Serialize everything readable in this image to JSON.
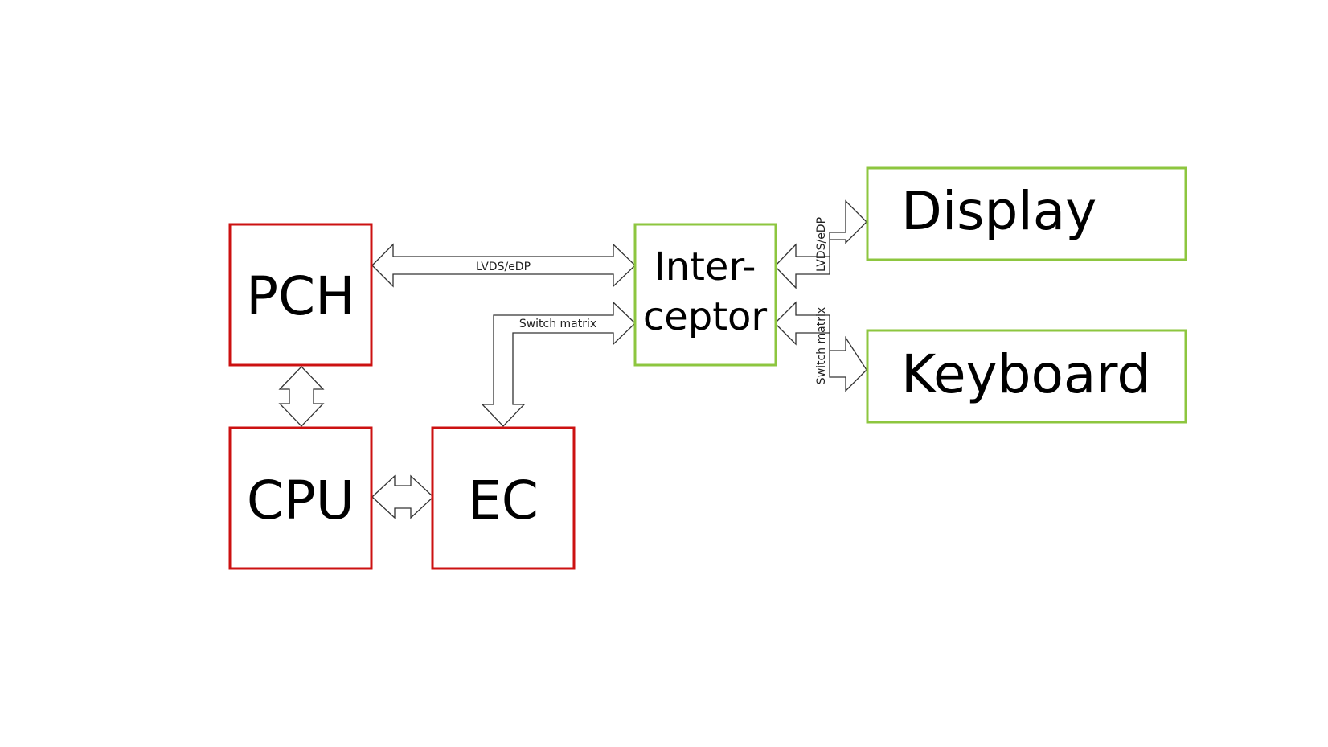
{
  "colors": {
    "host_border": "#cc1111",
    "peripheral_border": "#8dc63f",
    "arrow_stroke": "#333333",
    "text": "#000000"
  },
  "nodes": {
    "pch": {
      "label": "PCH"
    },
    "cpu": {
      "label": "CPU"
    },
    "ec": {
      "label": "EC"
    },
    "interceptor": {
      "label_line1": "Inter-",
      "label_line2": "ceptor"
    },
    "display": {
      "label": "Display"
    },
    "keyboard": {
      "label": "Keyboard"
    }
  },
  "links": {
    "pch_interceptor": {
      "label": "LVDS/eDP"
    },
    "ec_interceptor": {
      "label": "Switch matrix"
    },
    "interceptor_display": {
      "label": "LVDS/eDP"
    },
    "interceptor_keyboard": {
      "label": "Switch matrix"
    }
  }
}
